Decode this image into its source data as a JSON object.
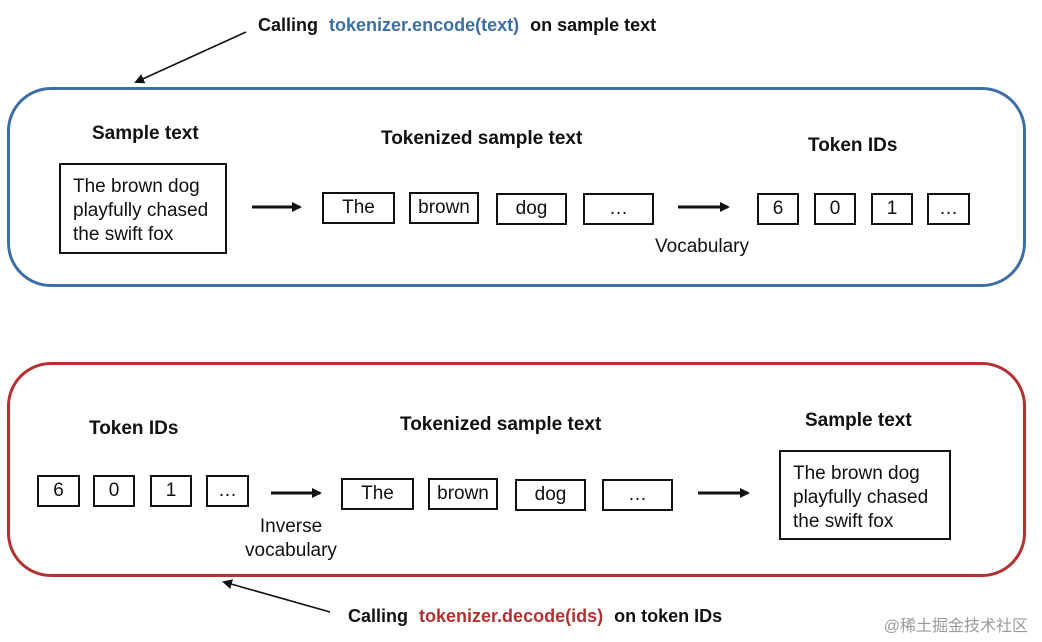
{
  "colors": {
    "encode_accent": "#3d6fa5",
    "decode_accent": "#b23232",
    "ink": "#111111",
    "watermark": "#9a9a9a"
  },
  "encode": {
    "callout": {
      "prefix": "Calling",
      "code": "tokenizer.encode(text)",
      "suffix": "on sample text"
    },
    "sample_heading": "Sample text",
    "sample_lines": [
      "The brown dog",
      "playfully chased",
      "the swift fox"
    ],
    "tokenized_heading": "Tokenized sample text",
    "tokens": [
      "The",
      "brown",
      "dog",
      "…"
    ],
    "ids_heading": "Token IDs",
    "ids": [
      "6",
      "0",
      "1",
      "…"
    ],
    "vocab_label": "Vocabulary"
  },
  "decode": {
    "callout": {
      "prefix": "Calling",
      "code": "tokenizer.decode(ids)",
      "suffix": "on token IDs"
    },
    "ids_heading": "Token IDs",
    "ids": [
      "6",
      "0",
      "1",
      "…"
    ],
    "tokenized_heading": "Tokenized sample text",
    "tokens": [
      "The",
      "brown",
      "dog",
      "…"
    ],
    "sample_heading": "Sample text",
    "sample_lines": [
      "The brown dog",
      "playfully chased",
      "the swift fox"
    ],
    "vocab_label_lines": [
      "Inverse",
      "vocabulary"
    ]
  },
  "watermark": "@稀土掘金技术社区"
}
